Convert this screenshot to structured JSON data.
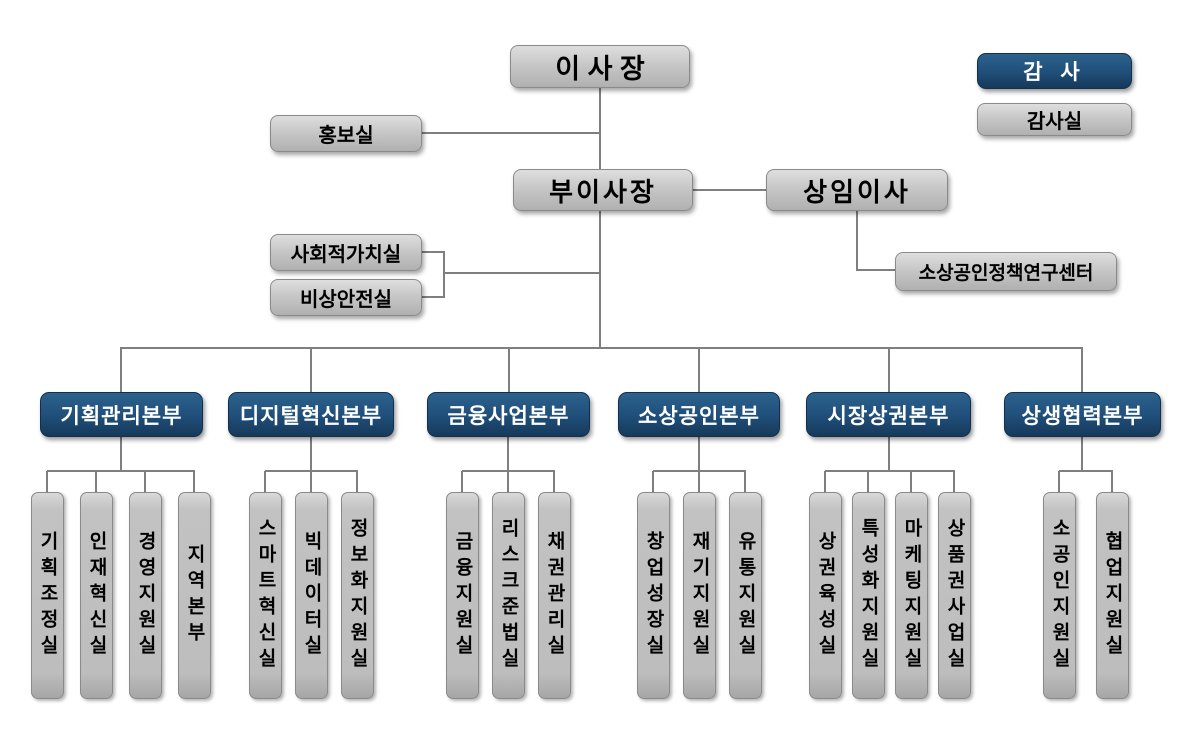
{
  "org_chart": {
    "top": {
      "chairman": "이 사 장",
      "audit": "감 사",
      "audit_office": "감사실",
      "pr_office": "홍보실",
      "vice_chairman": "부이사장",
      "executive_director": "상임이사",
      "social_value_office": "사회적가치실",
      "emergency_safety_office": "비상안전실",
      "research_center": "소상공인정책연구센터"
    },
    "divisions": [
      {
        "label": "기획관리본부",
        "departments": [
          "기획조정실",
          "인재혁신실",
          "경영지원실",
          "지역본부"
        ]
      },
      {
        "label": "디지털혁신본부",
        "departments": [
          "스마트혁신실",
          "빅데이터실",
          "정보화지원실"
        ]
      },
      {
        "label": "금융사업본부",
        "departments": [
          "금융지원실",
          "리스크준법실",
          "채권관리실"
        ]
      },
      {
        "label": "소상공인본부",
        "departments": [
          "창업성장실",
          "재기지원실",
          "유통지원실"
        ]
      },
      {
        "label": "시장상권본부",
        "departments": [
          "상권육성실",
          "특성화지원실",
          "마케팅지원실",
          "상품권사업실"
        ]
      },
      {
        "label": "상생협력본부",
        "departments": [
          "소공인지원실",
          "협업지원실"
        ]
      }
    ],
    "colors": {
      "accent_blue": "#1F4E79",
      "box_gray": "#C3C3C3",
      "line_gray": "#7F7F7F"
    }
  }
}
